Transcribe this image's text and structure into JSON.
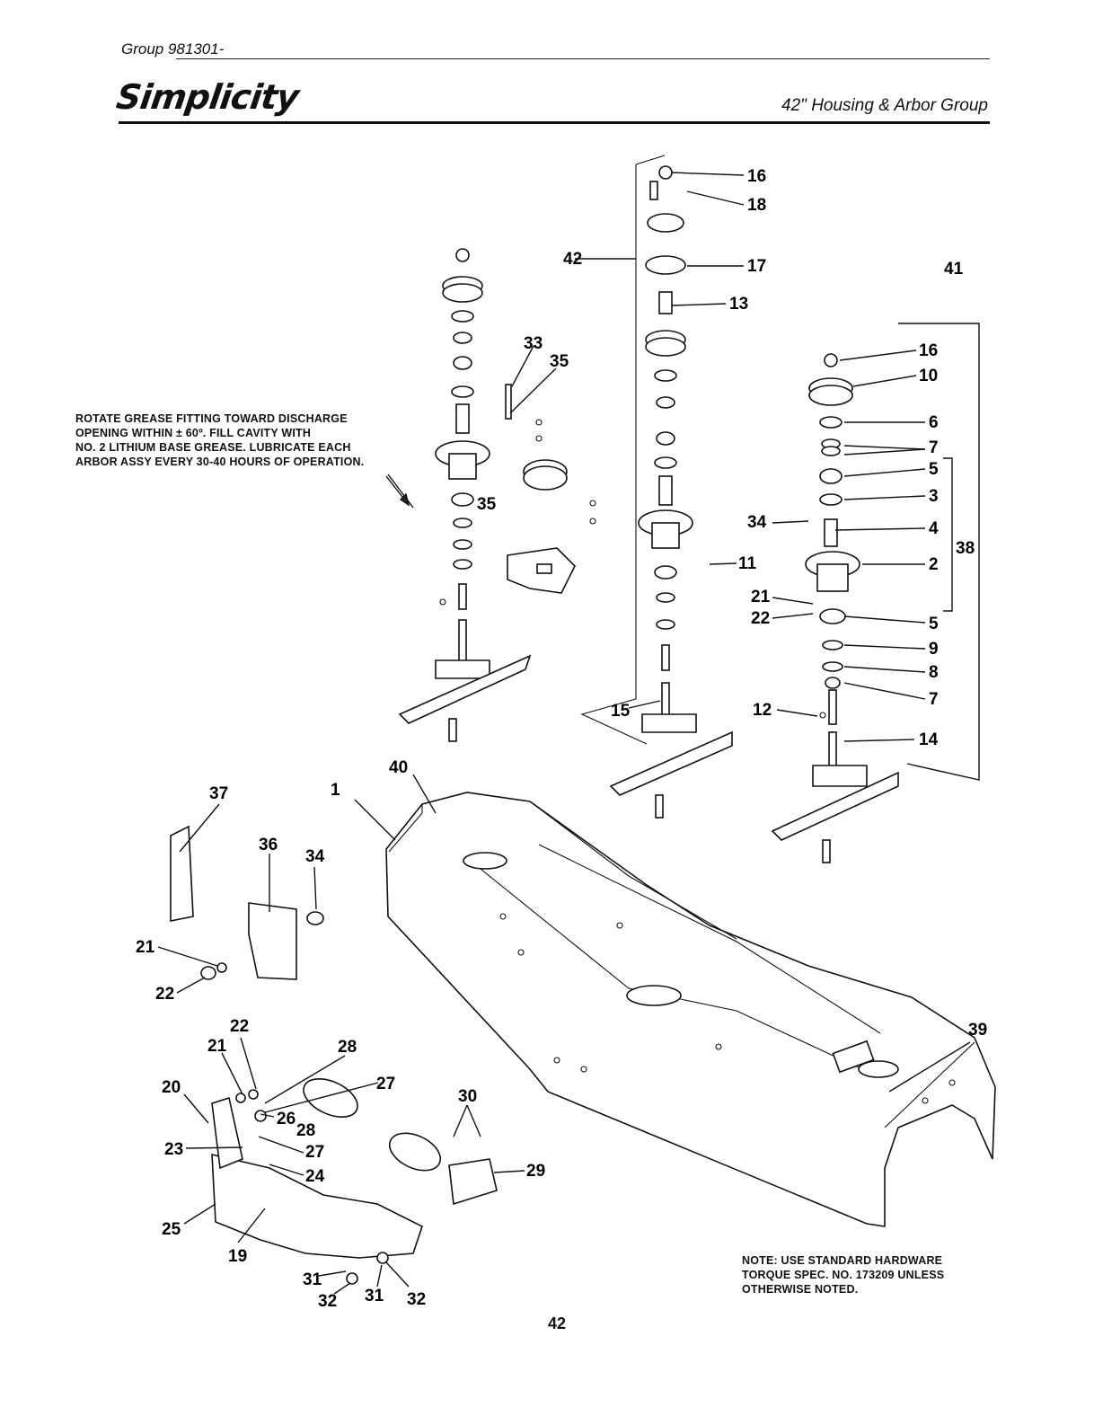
{
  "header": {
    "group": "Group 981301-",
    "brand": "Simplicity",
    "section_title": "42\" Housing & Arbor Group"
  },
  "notes": {
    "grease": "ROTATE GREASE FITTING TOWARD DISCHARGE\nOPENING WITHIN ± 60º.     FILL  CAVITY WITH\nNO. 2 LITHIUM BASE GREASE.  LUBRICATE EACH\nARBOR ASSY EVERY 30-40 HOURS OF OPERATION.",
    "torque": "NOTE: USE STANDARD HARDWARE\nTORQUE SPEC. NO. 173209 UNLESS\nOTHERWISE NOTED."
  },
  "callouts": {
    "c1": "1",
    "c2": "2",
    "c3": "3",
    "c4": "4",
    "c5a": "5",
    "c5b": "5",
    "c6": "6",
    "c7a": "7",
    "c7b": "7",
    "c8": "8",
    "c9": "9",
    "c10": "10",
    "c11": "11",
    "c12": "12",
    "c13": "13",
    "c14": "14",
    "c15": "15",
    "c16a": "16",
    "c16b": "16",
    "c17": "17",
    "c18": "18",
    "c19": "19",
    "c20": "20",
    "c21a": "21",
    "c21b": "21",
    "c21c": "21",
    "c22a": "22",
    "c22b": "22",
    "c22c": "22",
    "c23": "23",
    "c24": "24",
    "c25": "25",
    "c26": "26",
    "c27a": "27",
    "c27b": "27",
    "c28a": "28",
    "c28b": "28",
    "c29": "29",
    "c30": "30",
    "c31a": "31",
    "c31b": "31",
    "c32a": "32",
    "c32b": "32",
    "c33": "33",
    "c34a": "34",
    "c34b": "34",
    "c35a": "35",
    "c35b": "35",
    "c36": "36",
    "c37": "37",
    "c38": "38",
    "c39": "39",
    "c40": "40",
    "c41": "41",
    "c42": "42"
  },
  "page_number": "42"
}
